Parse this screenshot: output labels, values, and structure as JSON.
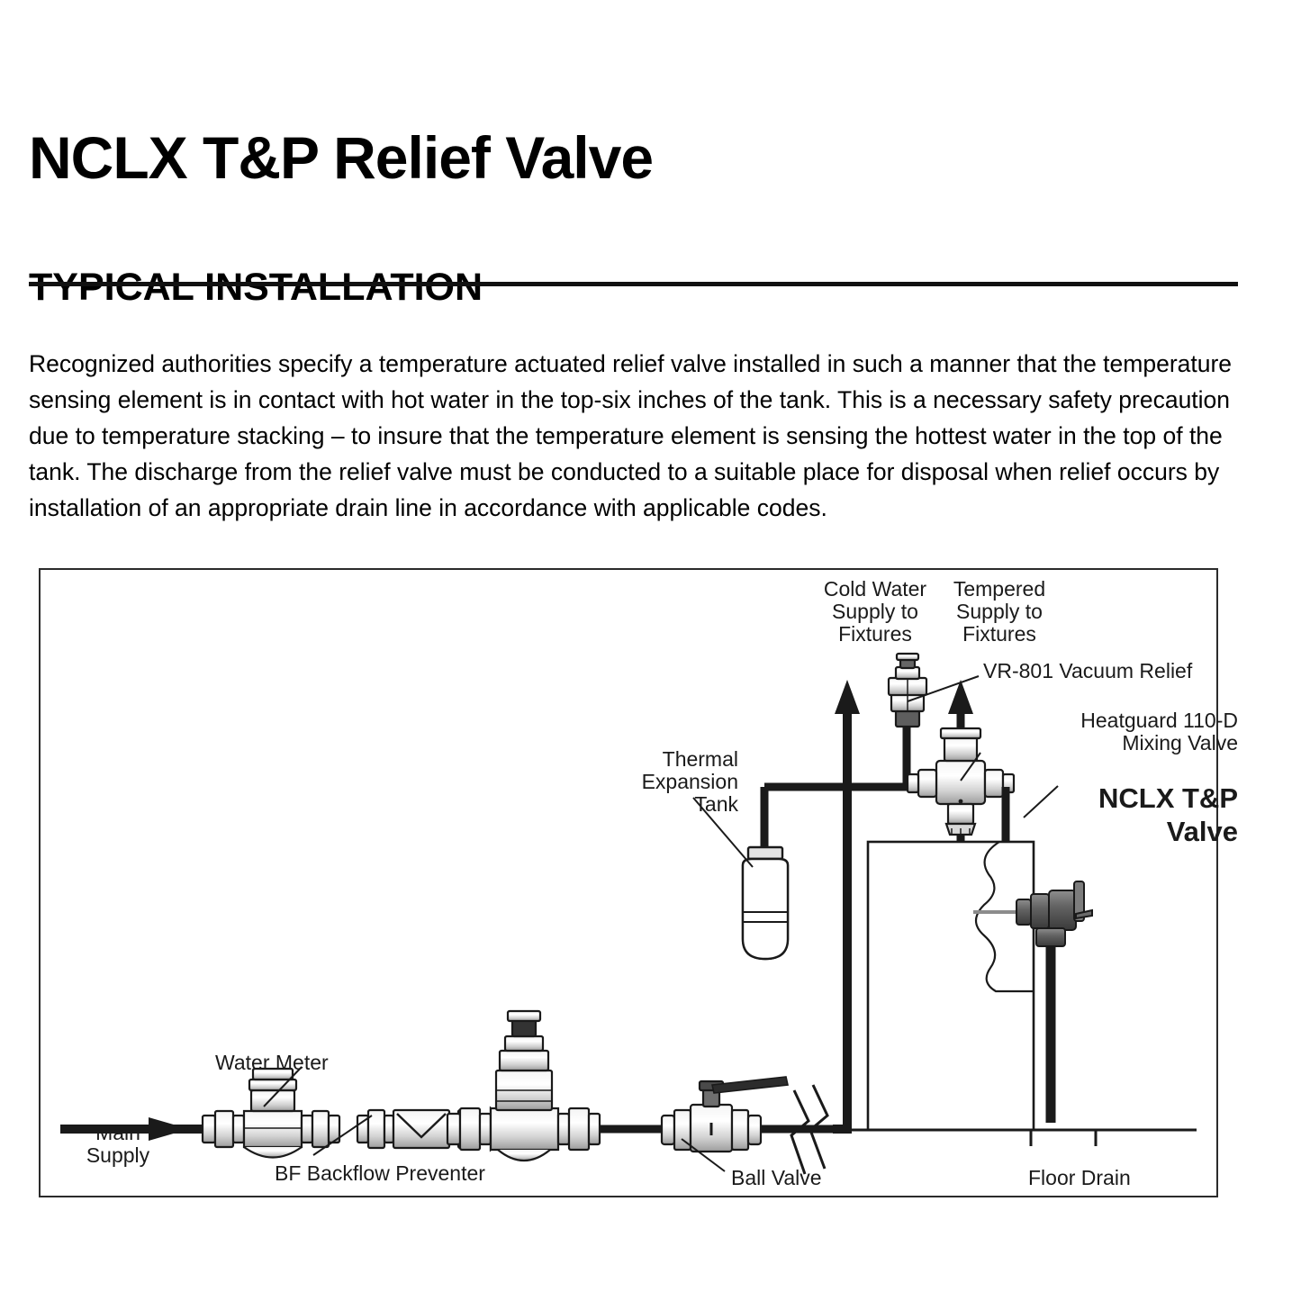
{
  "document": {
    "title": "NCLX T&P Relief Valve",
    "section_heading": "TYPICAL INSTALLATION",
    "paragraph": "Recognized authorities specify a temperature actuated relief valve installed in such a manner that the temperature sensing element is in contact with hot water in the top-six inches of the tank. This is a necessary safety precaution due to temperature stacking – to insure that the temperature element is sensing the hottest water in the top of the tank.  The discharge from the relief valve must be conducted to a suitable place for disposal when relief occurs by installation of an appropriate drain line in accordance with applicable codes."
  },
  "diagram": {
    "labels": {
      "cold_water_supply": "Cold Water\nSupply to\nFixtures",
      "tempered_supply": "Tempered\nSupply to\nFixtures",
      "vacuum_relief": "VR-801 Vacuum Relief",
      "mixing_valve": "Heatguard 110-D\nMixing Valve",
      "nclx_valve": "NCLX T&P\nValve",
      "thermal_expansion_tank": "Thermal\nExpansion\nTank",
      "water_meter": "Water Meter",
      "main_supply": "Main\nSupply",
      "backflow_preventer": "BF Backflow Preventer",
      "ball_valve": "Ball Valve",
      "floor_drain": "Floor Drain"
    }
  },
  "colors": {
    "ink": "#000000",
    "pipe": "#1a1a1a",
    "frame": "#2b2b2b",
    "component_fill": "#e8e8e8",
    "component_shade": "#9a9a9a",
    "component_dark": "#5e5e5e"
  }
}
